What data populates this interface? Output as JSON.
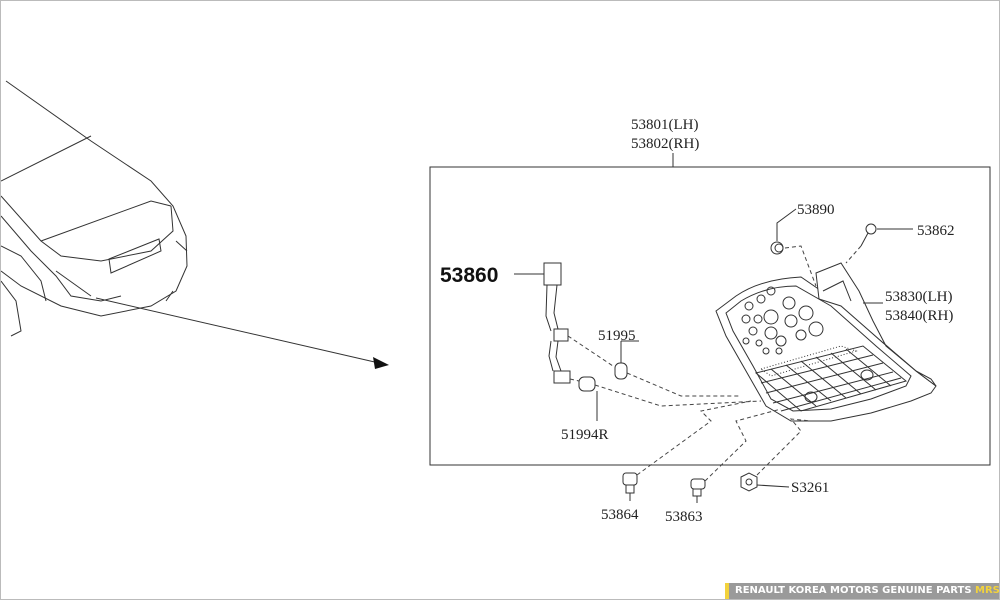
{
  "labels": {
    "assembly_lh": "53801(LH)",
    "assembly_rh": "53802(RH)",
    "harness": "53860",
    "cap": "53890",
    "screw": "53862",
    "housing_lh": "53830(LH)",
    "housing_rh": "53840(RH)",
    "bulb1": "51995",
    "bulb2": "51994R",
    "grommet": "53864",
    "clip": "53863",
    "nut": "S3261"
  },
  "footer": {
    "text": "RENAULT KOREA MOTORS GENUINE PARTS",
    "brand": "MRSZONE"
  }
}
